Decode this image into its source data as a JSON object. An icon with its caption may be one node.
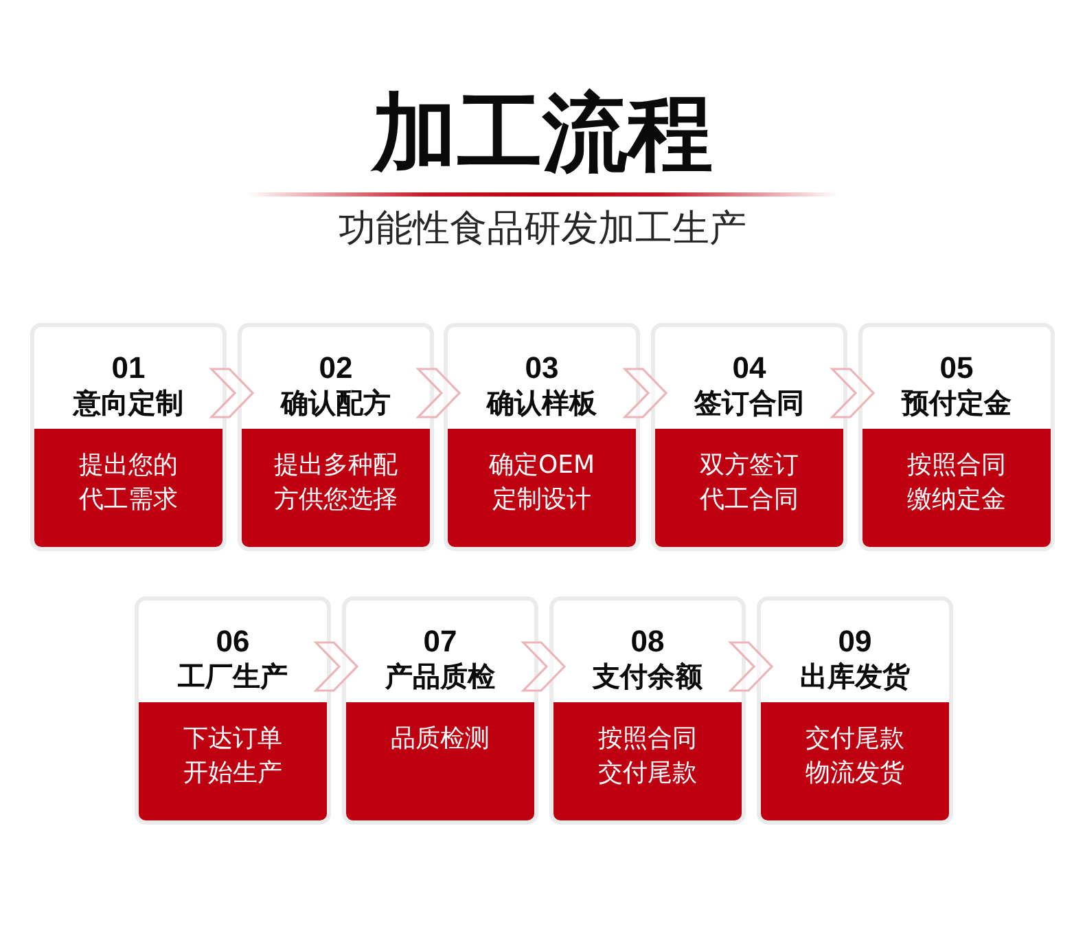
{
  "diagram": {
    "title": "加工流程",
    "nodes": [
      {
        "text": [
          "01",
          "意向定制",
          "提出您的代工需求"
        ]
      },
      {
        "text": [
          "02",
          "确认配方",
          "提出多种配方供您选择"
        ]
      },
      {
        "text": [
          "03",
          "确认样板",
          "确定OEM定制设计"
        ]
      },
      {
        "text": [
          "04",
          "签订合同",
          "双方签订代工合同"
        ]
      },
      {
        "text": [
          "05",
          "预付定金",
          "按照合同缴纳定金"
        ]
      },
      {
        "text": [
          "06",
          "工厂生产",
          "下达订单开始生产"
        ]
      },
      {
        "text": [
          "07",
          "产品质检",
          "品质检测"
        ]
      },
      {
        "text": [
          "08",
          "支付余额",
          "按照合同交付尾款"
        ]
      },
      {
        "text": [
          "09",
          "出库发货",
          "交付尾款物流发货"
        ]
      }
    ],
    "edges": [
      {
        "from": 0,
        "to": 1,
        "arrow": "to"
      },
      {
        "from": 1,
        "to": 2,
        "arrow": "to"
      },
      {
        "from": 2,
        "to": 3,
        "arrow": "to"
      },
      {
        "from": 3,
        "to": 4,
        "arrow": "to"
      },
      {
        "from": 5,
        "to": 6,
        "arrow": "to"
      },
      {
        "from": 6,
        "to": 7,
        "arrow": "to"
      },
      {
        "from": 7,
        "to": 8,
        "arrow": "to"
      }
    ],
    "labels": [
      "功能性食品研发加工生产"
    ]
  }
}
